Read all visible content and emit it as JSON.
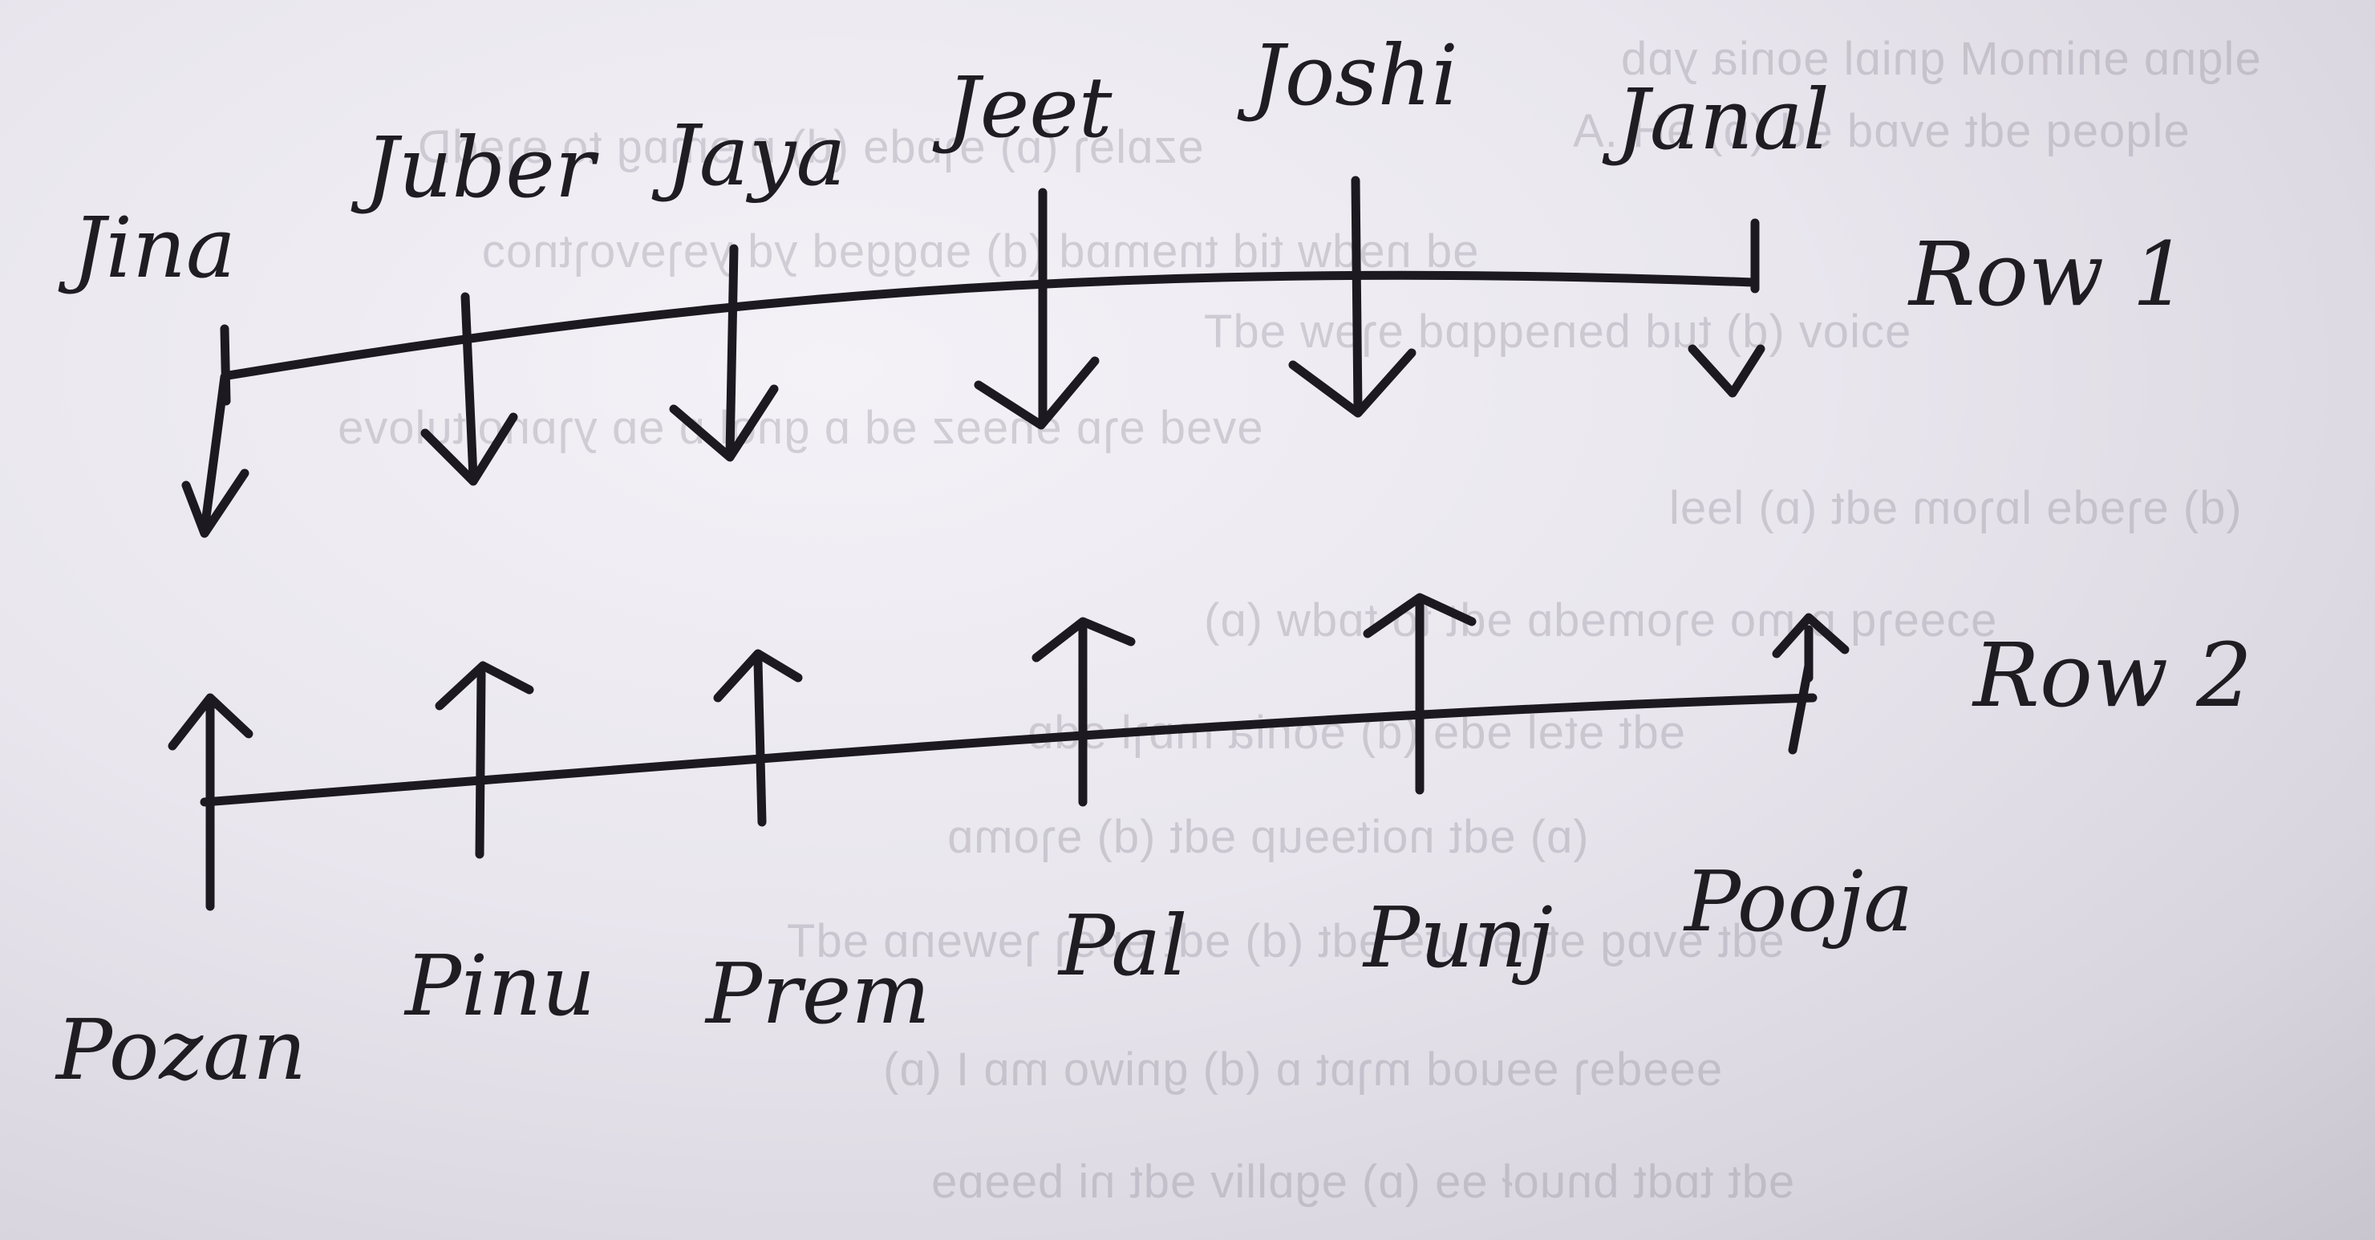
{
  "row1": {
    "label": "Row 1",
    "people": [
      "Jina",
      "Juber",
      "Jaya",
      "Jeet",
      "Joshi",
      "Janal"
    ],
    "arrow_direction": "down"
  },
  "row2": {
    "label": "Row 2",
    "people": [
      "Pozan",
      "Pinu",
      "Prem",
      "Pal",
      "Punj",
      "Pooja"
    ],
    "arrow_direction": "up"
  },
  "ink_color": "#1c1a20",
  "paper_color": "#e9e6ee"
}
